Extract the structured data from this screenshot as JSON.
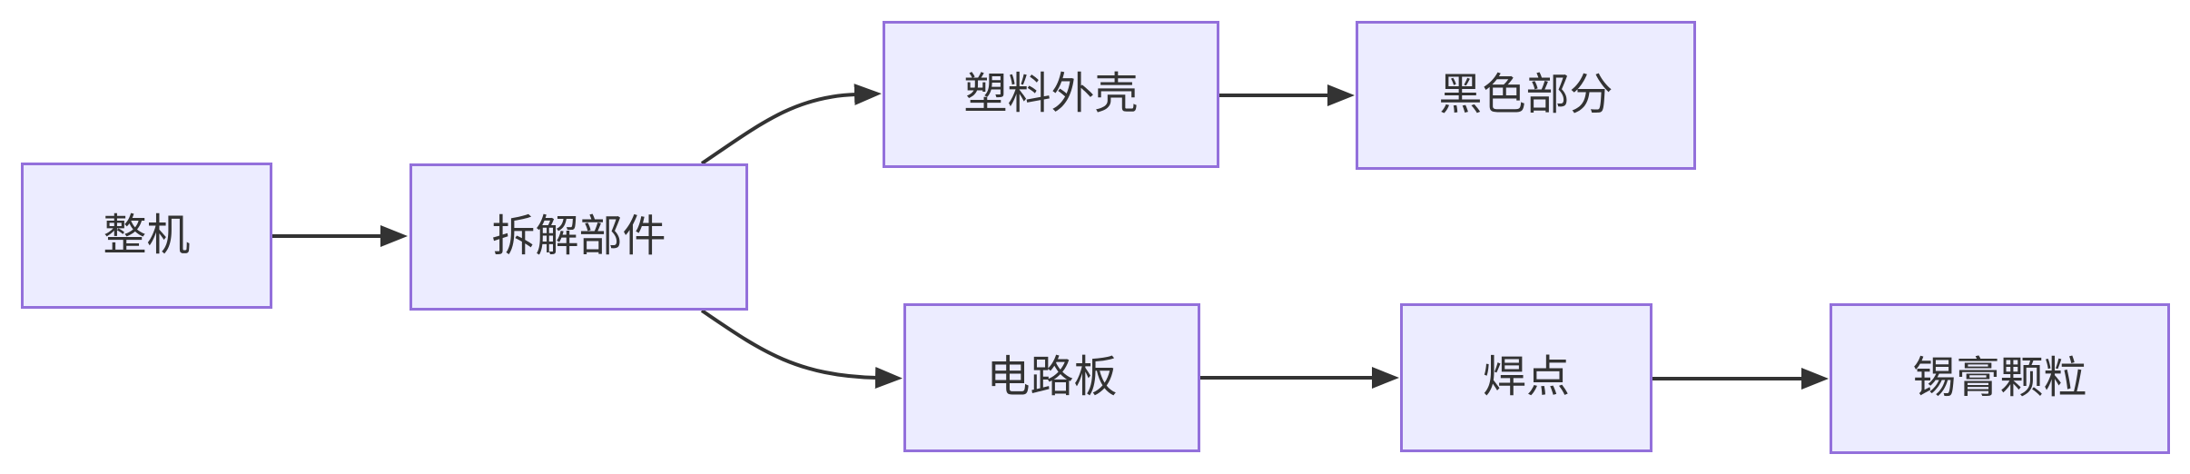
{
  "diagram": {
    "type": "flowchart",
    "direction": "left-to-right",
    "nodes": [
      {
        "id": "whole-machine",
        "label": "整机"
      },
      {
        "id": "disassembled-parts",
        "label": "拆解部件"
      },
      {
        "id": "plastic-shell",
        "label": "塑料外壳"
      },
      {
        "id": "black-part",
        "label": "黑色部分"
      },
      {
        "id": "circuit-board",
        "label": "电路板"
      },
      {
        "id": "solder-joint",
        "label": "焊点"
      },
      {
        "id": "solder-paste-particles",
        "label": "锡膏颗粒"
      }
    ],
    "edges": [
      {
        "from": "整机",
        "to": "拆解部件"
      },
      {
        "from": "拆解部件",
        "to": "塑料外壳"
      },
      {
        "from": "塑料外壳",
        "to": "黑色部分"
      },
      {
        "from": "拆解部件",
        "to": "电路板"
      },
      {
        "from": "电路板",
        "to": "焊点"
      },
      {
        "from": "焊点",
        "to": "锡膏颗粒"
      }
    ],
    "colors": {
      "node_fill": "#ECECFF",
      "node_border": "#9370DB",
      "edge": "#333333",
      "text": "#333333",
      "background": "#FFFFFF"
    }
  }
}
